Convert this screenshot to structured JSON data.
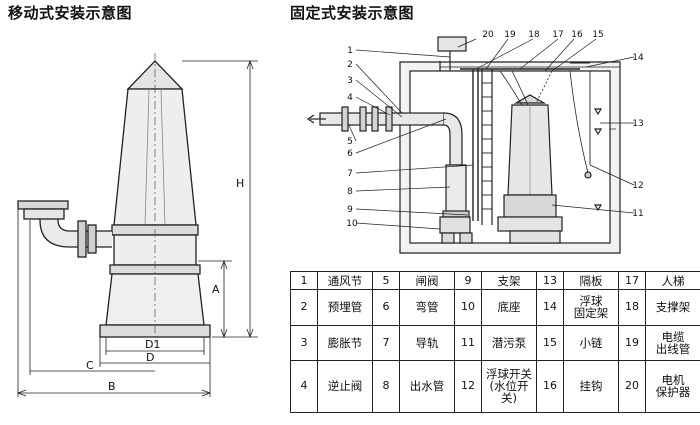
{
  "titles": {
    "mobile": "移动式安装示意图",
    "fixed": "固定式安装示意图"
  },
  "mobile_dimensions": {
    "H": "H",
    "A": "A",
    "B": "B",
    "C": "C",
    "D": "D",
    "D1": "D1"
  },
  "callouts": [
    "1",
    "2",
    "3",
    "4",
    "5",
    "6",
    "7",
    "8",
    "9",
    "10",
    "11",
    "12",
    "13",
    "14",
    "15",
    "16",
    "17",
    "18",
    "19",
    "20"
  ],
  "parts_rows": [
    [
      {
        "num": "1",
        "name": "通风节"
      },
      {
        "num": "5",
        "name": "闸阀"
      },
      {
        "num": "9",
        "name": "支架"
      },
      {
        "num": "13",
        "name": "隔板"
      },
      {
        "num": "17",
        "name": "人梯"
      }
    ],
    [
      {
        "num": "2",
        "name": "预埋管"
      },
      {
        "num": "6",
        "name": "弯管"
      },
      {
        "num": "10",
        "name": "底座"
      },
      {
        "num": "14",
        "name": "浮球\n固定架"
      },
      {
        "num": "18",
        "name": "支撑架"
      }
    ],
    [
      {
        "num": "3",
        "name": "膨胀节"
      },
      {
        "num": "7",
        "name": "导轨"
      },
      {
        "num": "11",
        "name": "潜污泵"
      },
      {
        "num": "15",
        "name": "小链"
      },
      {
        "num": "19",
        "name": "电缆\n出线管"
      }
    ],
    [
      {
        "num": "4",
        "name": "逆止阀"
      },
      {
        "num": "8",
        "name": "出水管"
      },
      {
        "num": "12",
        "name": "浮球开关\n(水位开关)"
      },
      {
        "num": "16",
        "name": "挂钩"
      },
      {
        "num": "20",
        "name": "电机\n保护器"
      }
    ]
  ]
}
